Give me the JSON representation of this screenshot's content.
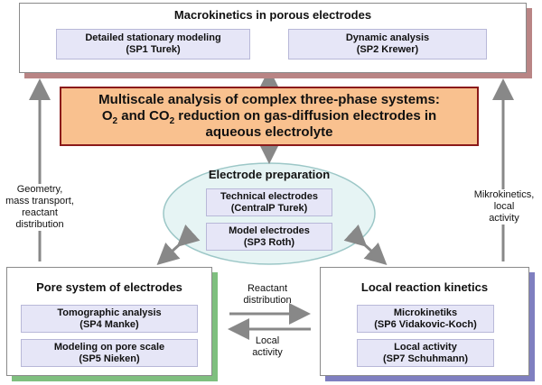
{
  "top_box": {
    "title": "Macrokinetics in porous electrodes",
    "items": [
      {
        "line1": "Detailed stationary modeling",
        "line2": "(SP1 Turek)"
      },
      {
        "line1": "Dynamic analysis",
        "line2": "(SP2 Krewer)"
      }
    ]
  },
  "central_box": {
    "line1": "Multiscale analysis of complex three-phase systems:",
    "line2_a": "O",
    "line2_sub1": "2",
    "line2_b": " and CO",
    "line2_sub2": "2",
    "line2_c": " reduction on gas-diffusion electrodes in",
    "line3": "aqueous electrolyte"
  },
  "ellipse": {
    "title": "Electrode preparation",
    "items": [
      {
        "line1": "Technical electrodes",
        "line2": "(CentralP Turek)"
      },
      {
        "line1": "Model electrodes",
        "line2": "(SP3 Roth)"
      }
    ]
  },
  "left_box": {
    "title": "Pore system of electrodes",
    "items": [
      {
        "line1": "Tomographic analysis",
        "line2": "(SP4 Manke)"
      },
      {
        "line1": "Modeling on pore scale",
        "line2": "(SP5 Nieken)"
      }
    ]
  },
  "right_box": {
    "title": "Local reaction kinetics",
    "items": [
      {
        "line1": "Microkinetiks",
        "line2": "(SP6 Vidakovic-Koch)"
      },
      {
        "line1": "Local activity",
        "line2": "(SP7 Schuhmann)"
      }
    ]
  },
  "left_side_label": [
    "Geometry,",
    "mass transport,",
    "reactant",
    "distribution"
  ],
  "right_side_label": [
    "Mikrokinetics,",
    "local",
    "activity"
  ],
  "mid_top_label": [
    "Reactant",
    "distribution"
  ],
  "mid_bottom_label": [
    "Local",
    "activity"
  ],
  "colors": {
    "central_fill": "#f9c18f",
    "central_border": "#8b1a1a",
    "sub_fill": "#e6e6f7",
    "ellipse_fill": "#e6f4f4",
    "arrow": "#888888",
    "top_shadow": "#b98585",
    "left_shadow": "#7fbf7f",
    "right_shadow": "#7f7fc0"
  }
}
